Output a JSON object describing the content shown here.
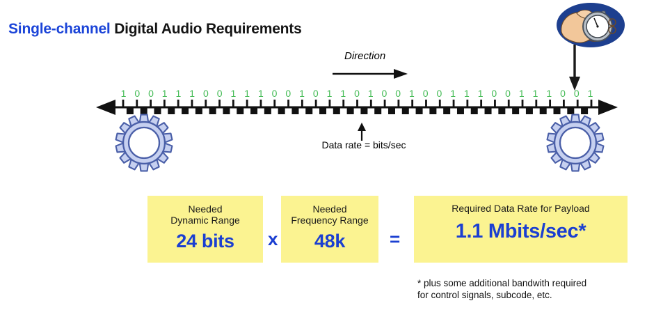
{
  "title": {
    "accent": "Single-channel",
    "plain": " Digital Audio Requirements",
    "accent_color": "#1b44d8"
  },
  "direction": {
    "label": "Direction"
  },
  "tape": {
    "bits": [
      "1",
      "0",
      "0",
      "1",
      "1",
      "1",
      "0",
      "0",
      "1",
      "1",
      "1",
      "0",
      "0",
      "1",
      "0",
      "1",
      "1",
      "0",
      "1",
      "0",
      "0",
      "1",
      "0",
      "0",
      "1",
      "1",
      "1",
      "0",
      "0",
      "1",
      "1",
      "1",
      "0",
      "0",
      "1"
    ],
    "bit_color": "#44bb55",
    "tick_count": 35
  },
  "datarate": {
    "label": "Data rate = bits/sec"
  },
  "equation": {
    "dynamic_range": {
      "caption": "Needed\nDynamic Range",
      "value": "24 bits"
    },
    "operator_times": "x",
    "frequency_range": {
      "caption": "Needed\nFrequency Range",
      "value": "48k"
    },
    "operator_equals": "=",
    "result": {
      "caption": "Required Data Rate for Payload",
      "value": "1.1 Mbits/sec*"
    },
    "box_color": "#fbf391",
    "value_color": "#1b3fd1"
  },
  "footnote": {
    "text": "* plus some additional bandwith required\n   for control signals, subcode, etc."
  },
  "icons": {
    "stopwatch": "stopwatch-in-hand-icon",
    "gear_left": "gear-icon",
    "gear_right": "gear-icon"
  }
}
